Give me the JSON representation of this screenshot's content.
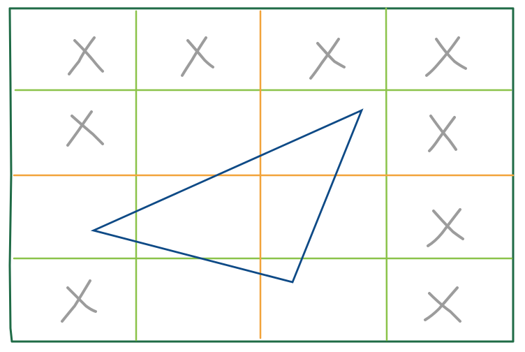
{
  "grid": {
    "columns": 4,
    "rows": 4,
    "minor_color": "#8bc34a",
    "axis_color": "#f2a33a"
  },
  "frame_color": "#1f6b46",
  "triangle": {
    "color": "#0e4a86"
  },
  "cells": [
    {
      "row": 0,
      "col": 0,
      "marked": true
    },
    {
      "row": 0,
      "col": 1,
      "marked": true
    },
    {
      "row": 0,
      "col": 2,
      "marked": true
    },
    {
      "row": 0,
      "col": 3,
      "marked": true
    },
    {
      "row": 1,
      "col": 0,
      "marked": true
    },
    {
      "row": 1,
      "col": 1,
      "marked": false
    },
    {
      "row": 1,
      "col": 2,
      "marked": false
    },
    {
      "row": 1,
      "col": 3,
      "marked": true
    },
    {
      "row": 2,
      "col": 0,
      "marked": false
    },
    {
      "row": 2,
      "col": 1,
      "marked": false
    },
    {
      "row": 2,
      "col": 2,
      "marked": false
    },
    {
      "row": 2,
      "col": 3,
      "marked": true
    },
    {
      "row": 3,
      "col": 0,
      "marked": true
    },
    {
      "row": 3,
      "col": 1,
      "marked": false
    },
    {
      "row": 3,
      "col": 2,
      "marked": false
    },
    {
      "row": 3,
      "col": 3,
      "marked": true
    }
  ],
  "mark_color": "#9c9c9c",
  "mark_icon": "x-mark-icon"
}
